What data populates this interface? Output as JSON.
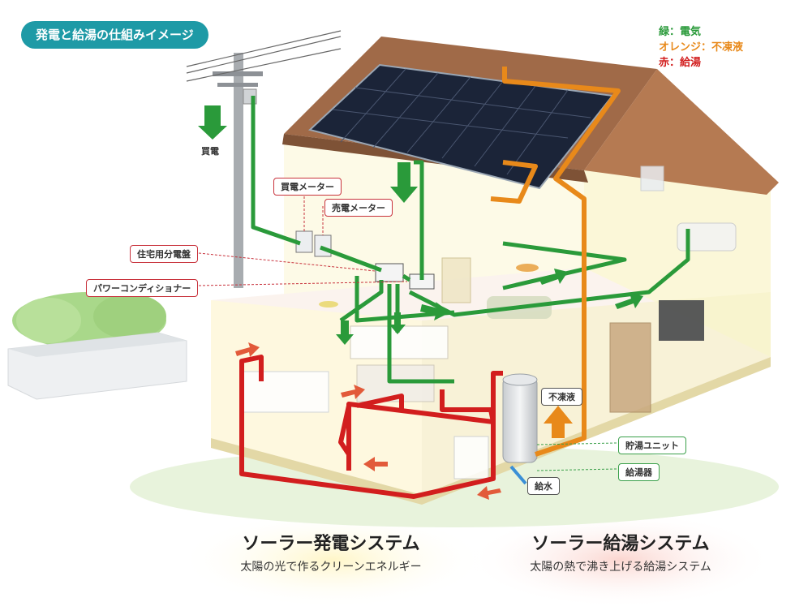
{
  "title": "発電と給湯の仕組みイメージ",
  "legend": {
    "green": "緑：電気",
    "orange": "オレンジ：不凍液",
    "red": "赤：給湯"
  },
  "colors": {
    "electric": "#2a9a3a",
    "antifreeze": "#e8891a",
    "hotwater": "#d21e1e",
    "title_pill": "#1e9aa6"
  },
  "labels": {
    "buy_power": "買電",
    "buy_meter": "買電メーター",
    "sell_meter": "売電メーター",
    "distribution_board": "住宅用分電盤",
    "power_conditioner": "パワーコンディショナー",
    "antifreeze": "不凍液",
    "storage_unit": "貯湯ユニット",
    "water_heater": "給湯器",
    "water_supply": "給水"
  },
  "systems": {
    "solar_power": {
      "title": "ソーラー発電システム",
      "subtitle": "太陽の光で作るクリーンエネルギー"
    },
    "solar_hot_water": {
      "title": "ソーラー給湯システム",
      "subtitle": "太陽の熱で沸き上げる給湯システム"
    }
  }
}
